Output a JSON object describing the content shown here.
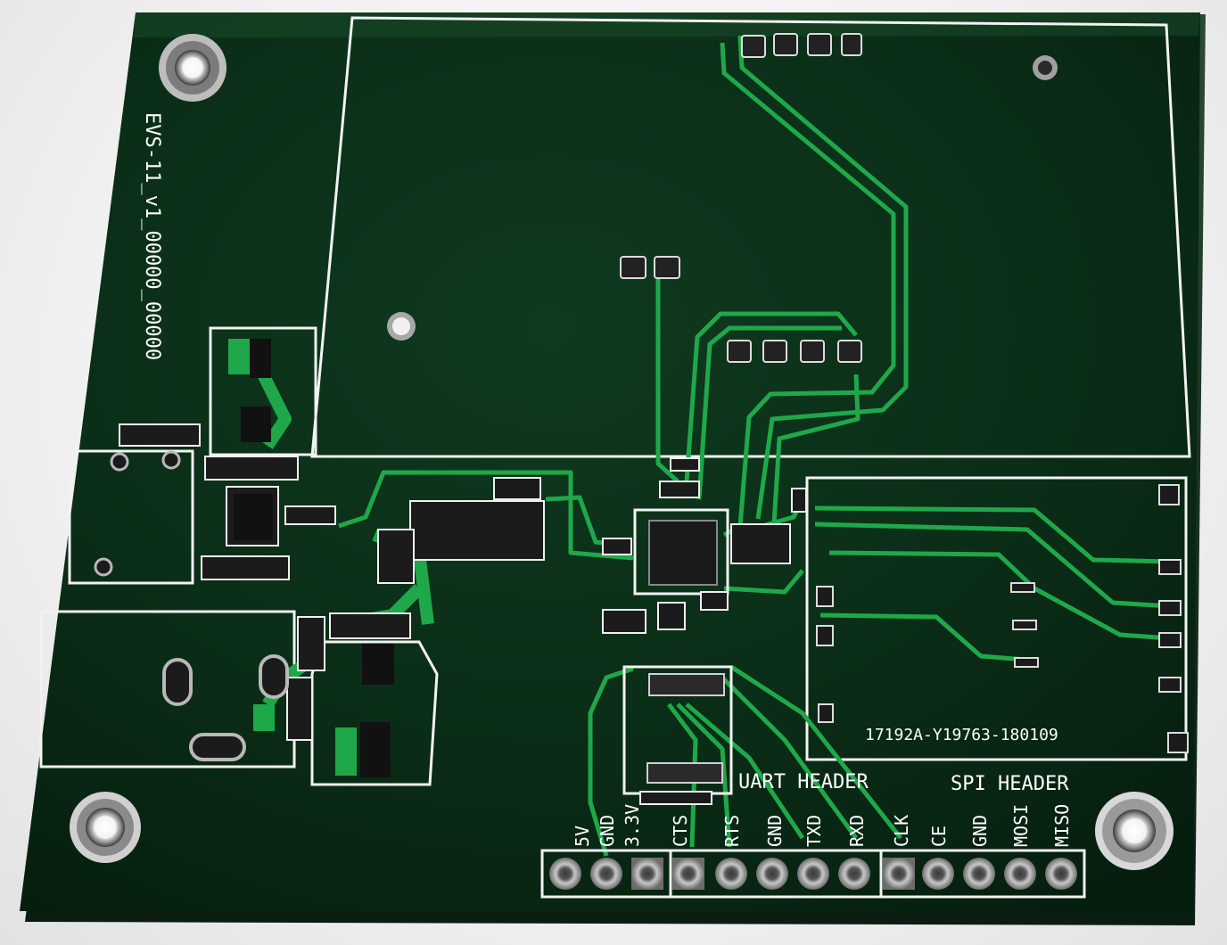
{
  "board": {
    "part_id": "EVS-11_v1_00000_00000",
    "fab_code": "17192A-Y19763-180109"
  },
  "headers": {
    "uart_title": "UART HEADER",
    "spi_title": "SPI HEADER",
    "power_pins": [
      "5V",
      "GND",
      "3.3V"
    ],
    "uart_pins": [
      "CTS",
      "RTS",
      "GND",
      "TXD",
      "RXD"
    ],
    "spi_pins": [
      "CLK",
      "CE",
      "GND",
      "MOSI",
      "MISO"
    ]
  },
  "colors": {
    "solder_mask": "#0a2c16",
    "copper_trace": "#1fa84a",
    "silkscreen": "#ffffff",
    "pad_metal": "#9a9a9a"
  }
}
